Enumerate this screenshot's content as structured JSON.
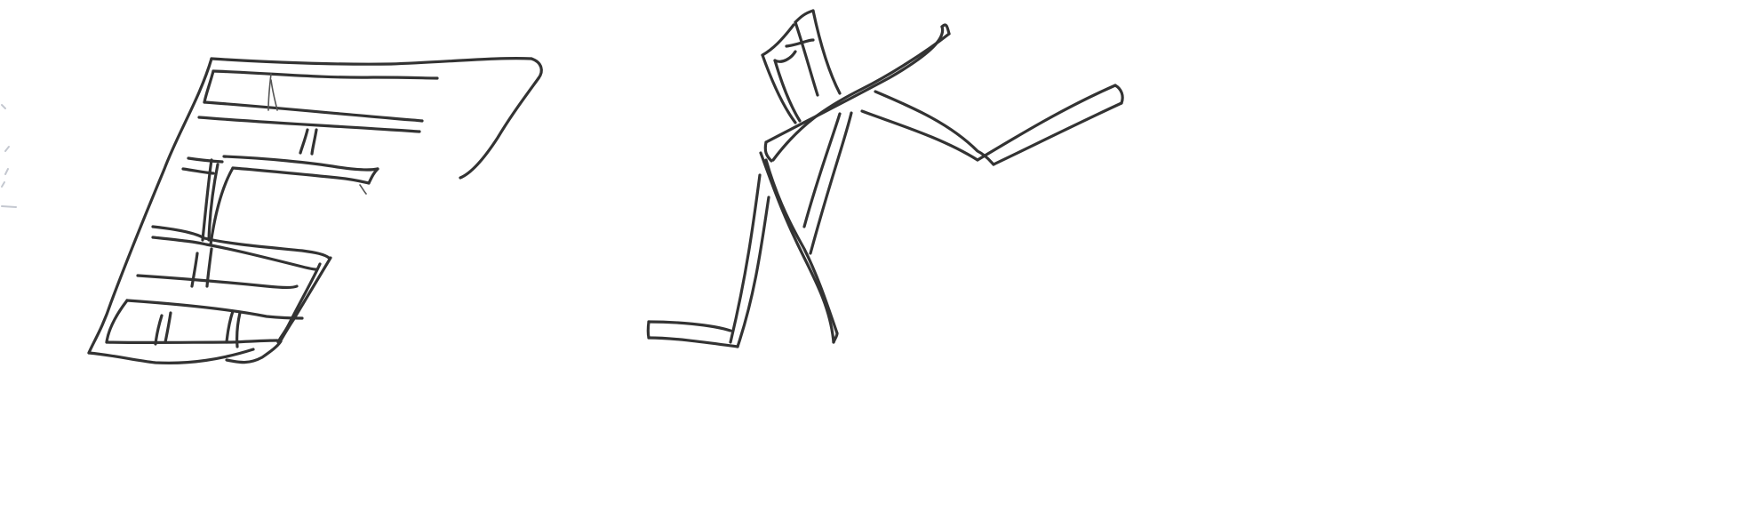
{
  "drawing": {
    "kind": "hand-drawn sketch",
    "background_color": "#ffffff",
    "stroke_color": "#333333",
    "elements": [
      {
        "name": "letter-e",
        "description": "Slanted block letter E drawn as outlined planks with cross-ticks"
      },
      {
        "name": "stick-figure",
        "description": "Plank-style stick figure leaning forward with extended arms, square head, crossed legs"
      }
    ]
  }
}
